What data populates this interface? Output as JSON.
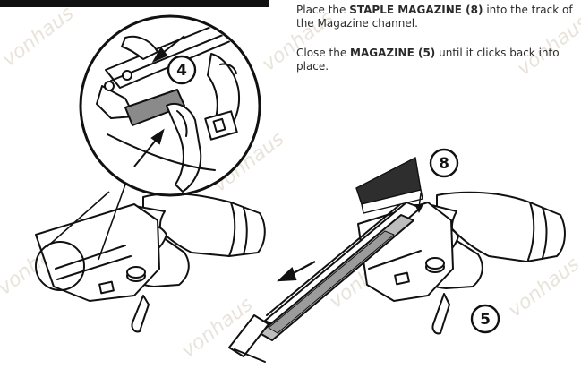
{
  "instructions": {
    "step1": {
      "prefix": "Place the ",
      "strong": "STAPLE MAGAZINE (8)",
      "suffix": " into the track of the Magazine channel."
    },
    "step2": {
      "prefix": "Close the ",
      "strong": "MAGAZINE (5)",
      "suffix": " until it clicks back into place."
    }
  },
  "callouts": {
    "detail": "4",
    "staple_magazine": "8",
    "magazine": "5"
  },
  "watermark": "vonhaus",
  "colors": {
    "ink": "#111111",
    "staples": "#2e2e2e",
    "channel": "#bdbdbd",
    "watermark": "#e9e4db"
  }
}
